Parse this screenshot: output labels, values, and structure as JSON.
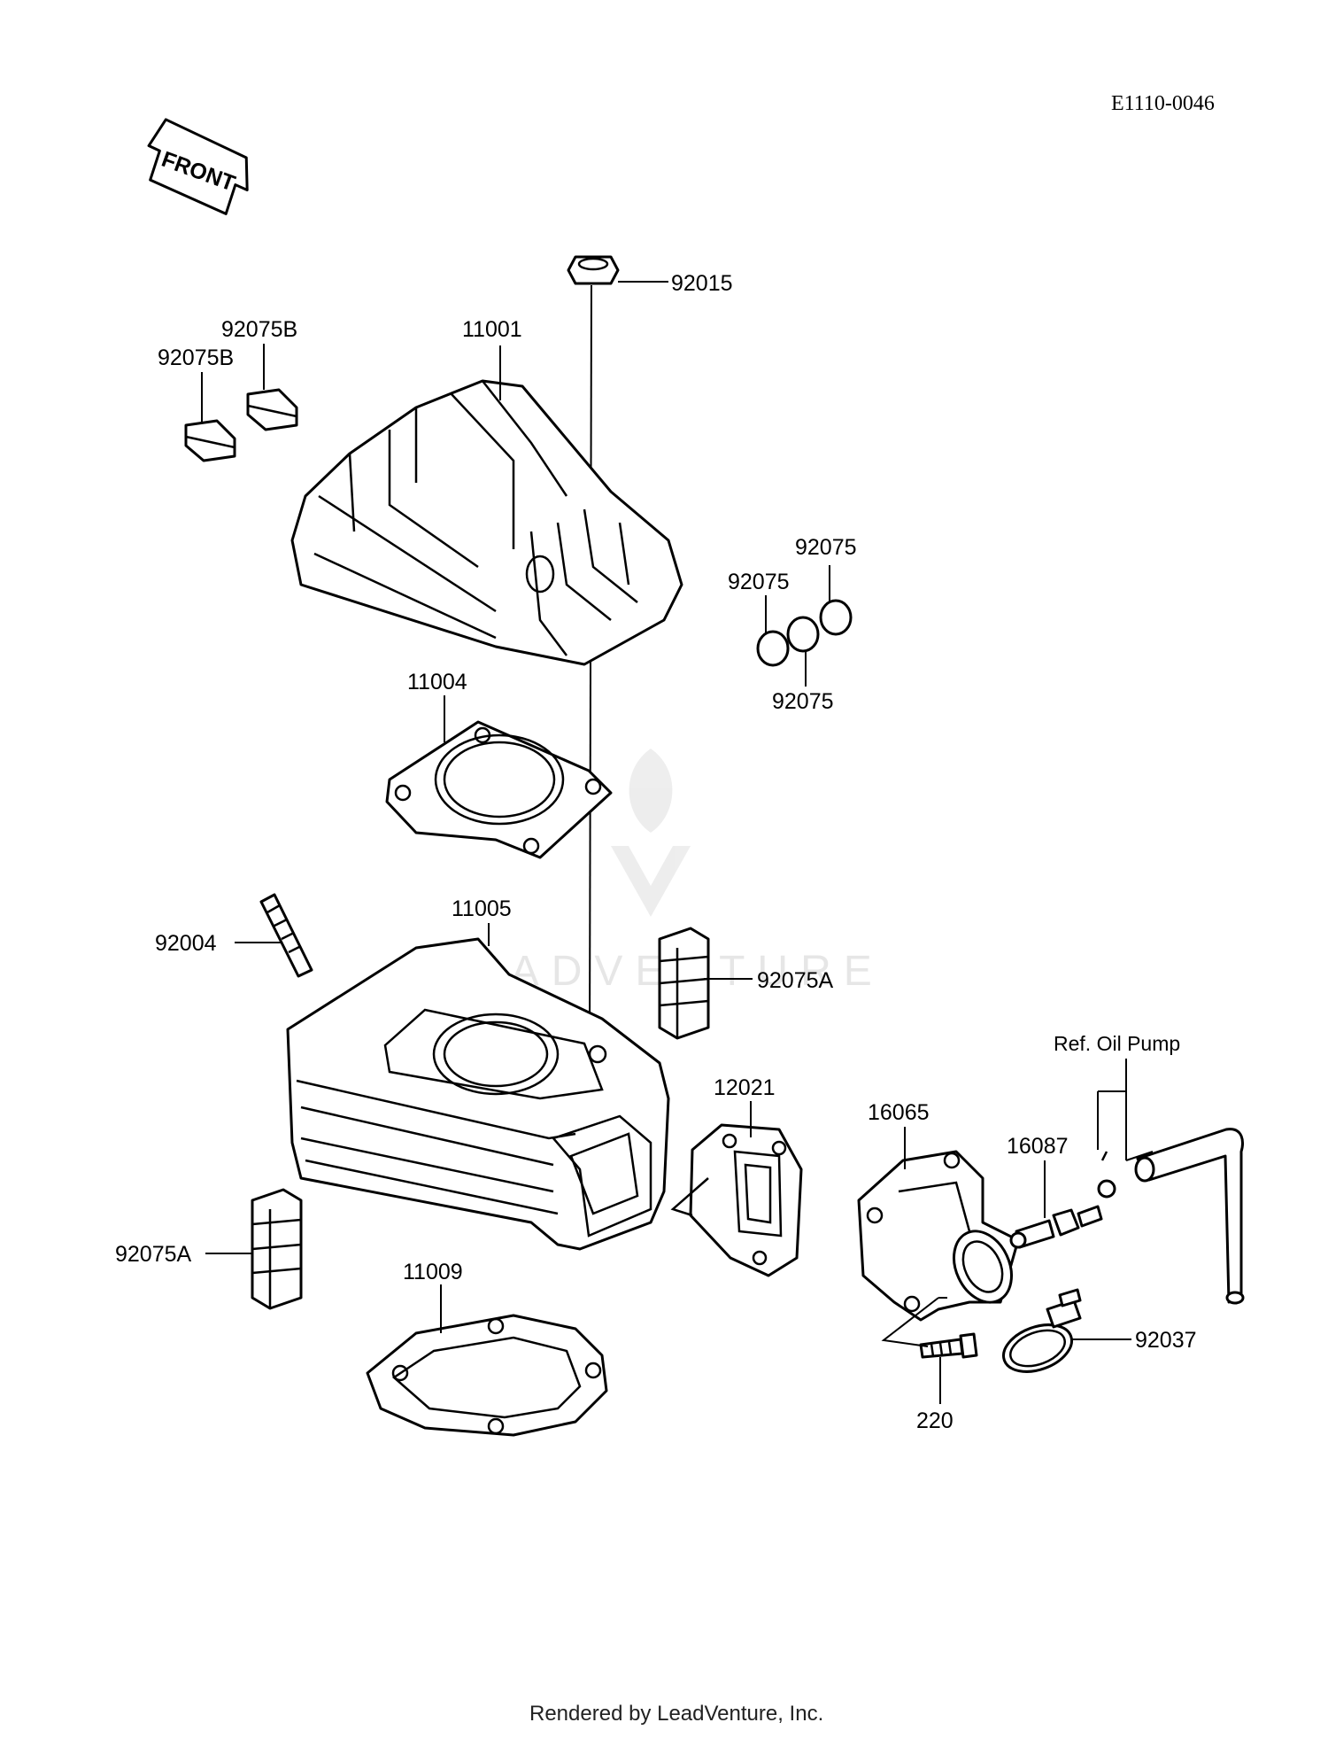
{
  "diagram_code": "E1110-0046",
  "front_label": "FRONT",
  "watermark_text": "LEADVENTURE",
  "footer_text": "Rendered by LeadVenture, Inc.",
  "ref_label": "Ref. Oil Pump",
  "callouts": {
    "p92015": "92015",
    "p11001": "11001",
    "p92075B_1": "92075B",
    "p92075B_2": "92075B",
    "p92075_1": "92075",
    "p92075_2": "92075",
    "p92075_3": "92075",
    "p11004": "11004",
    "p11005": "11005",
    "p92004": "92004",
    "p92075A_1": "92075A",
    "p92075A_2": "92075A",
    "p12021": "12021",
    "p16065": "16065",
    "p16087": "16087",
    "p11009": "11009",
    "p92037": "92037",
    "p220": "220"
  }
}
